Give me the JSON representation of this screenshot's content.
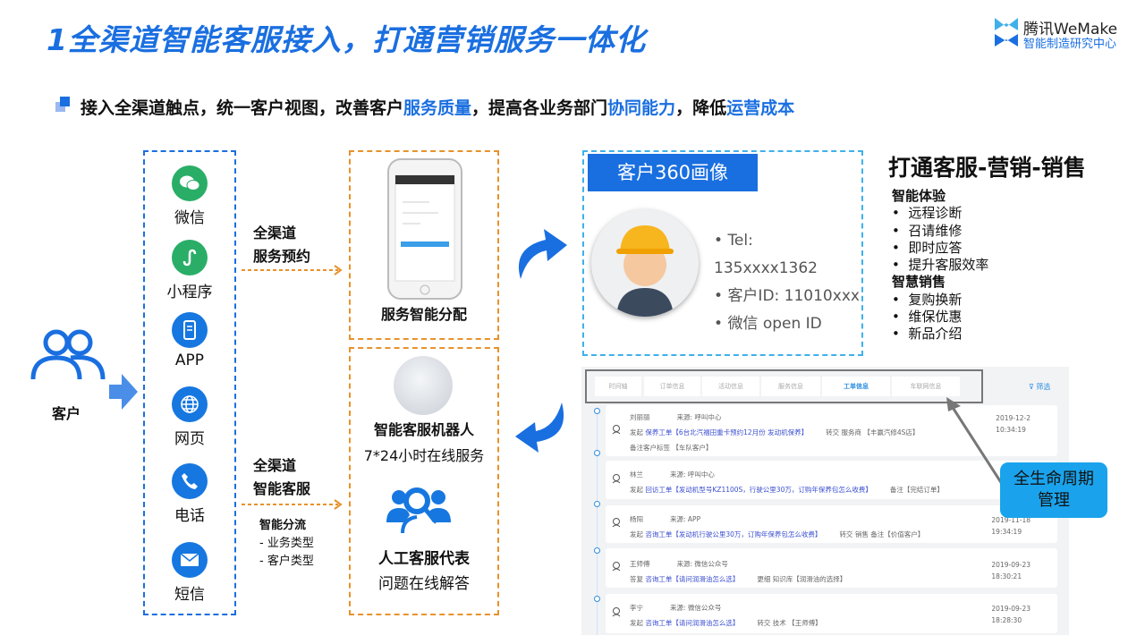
{
  "title": "1全渠道智能客服接入，打通营销服务一体化",
  "logo": {
    "brand": "腾讯WeMake",
    "org": "智能制造研究中心"
  },
  "subtitle": {
    "p1": "接入全渠道触点，统一客户视图，改善客户",
    "h1": "服务质量",
    "p2": "，提高各业务部门",
    "h2": "协同能力",
    "p3": "，降低",
    "h3": "运营成本"
  },
  "customer": {
    "label": "客户",
    "icon": "users-icon"
  },
  "channels": [
    {
      "label": "微信",
      "icon": "wechat-icon",
      "color": "#2aae67"
    },
    {
      "label": "小程序",
      "icon": "mini-program-icon",
      "color": "#2aae67"
    },
    {
      "label": "APP",
      "icon": "app-icon",
      "color": "#1677e0"
    },
    {
      "label": "网页",
      "icon": "globe-icon",
      "color": "#1677e0"
    },
    {
      "label": "电话",
      "icon": "phone-icon",
      "color": "#1677e0"
    },
    {
      "label": "短信",
      "icon": "mail-icon",
      "color": "#1677e0"
    }
  ],
  "flow1": {
    "l1": "全渠道",
    "l2": "服务预约"
  },
  "flow2": {
    "l1": "全渠道",
    "l2": "智能客服",
    "s1": "智能分流",
    "s2": "- 业务类型",
    "s3": "- 客户类型"
  },
  "dispatch": {
    "label": "服务智能分配"
  },
  "robot": {
    "title": "智能客服机器人",
    "desc": "7*24小时在线服务"
  },
  "agent": {
    "title": "人工客服代表",
    "desc": "问题在线解答"
  },
  "profile": {
    "header": "客户360画像",
    "items": [
      "Tel: 135xxxx1362",
      "客户ID: 11010xxx",
      "微信 open ID"
    ]
  },
  "right": {
    "title": "打通客服-营销-销售",
    "s1": "智能体验",
    "s1_items": [
      "远程诊断",
      "召请维修",
      "即时应答",
      "提升客服效率"
    ],
    "s2": "智慧销售",
    "s2_items": [
      "复购换新",
      "维保优惠",
      "新品介绍"
    ]
  },
  "tickets": {
    "tabs": [
      "时间轴",
      "订单信息",
      "活动信息",
      "服务信息",
      "工单信息",
      "车联网信息"
    ],
    "active_tab": "工单信息",
    "filter": "筛选",
    "rows": [
      {
        "name": "刘丽丽",
        "source": "来源: 呼叫中心",
        "verb": "发起",
        "link": "保养工单【6台北汽福田重卡预约12月份 发动机保养】",
        "extra": "转交 服务商 【丰赢汽修4S店】",
        "note": "备注客户标签 【车队客户】",
        "date": "2019-12-2",
        "time": "10:34:19"
      },
      {
        "name": "林兰",
        "source": "来源: 呼叫中心",
        "verb": "发起",
        "link": "回访工单【发动机型号KZ1100S，行驶公里30万，订购年保养包怎么收费】",
        "extra": "备注【完结订单】",
        "note": "",
        "date": "",
        "time": ""
      },
      {
        "name": "杨阳",
        "source": "来源: APP",
        "verb": "发起",
        "link": "咨询工单【发动机行驶公里30万，订购年保养包怎么收费】",
        "extra": "转交 销售  备注【价值客户】",
        "note": "",
        "date": "2019-11-18",
        "time": "19:34:19"
      },
      {
        "name": "王师傅",
        "source": "来源: 微信公众号",
        "verb": "答复",
        "link": "咨询工单【请问润滑油怎么选】",
        "extra": "更细 知识库【润滑油的选择】",
        "note": "",
        "date": "2019-09-23",
        "time": "18:30:21"
      },
      {
        "name": "李宁",
        "source": "来源: 微信公众号",
        "verb": "发起",
        "link": "咨询工单【请问润滑油怎么选】",
        "extra": "转交  技术 【王师傅】",
        "note": "",
        "date": "2019-09-23",
        "time": "18:28:30"
      }
    ]
  },
  "callout": "全生命周期管理",
  "colors": {
    "primary": "#1a6fe0",
    "orange": "#e8922a",
    "callout": "#1aa3ec"
  }
}
